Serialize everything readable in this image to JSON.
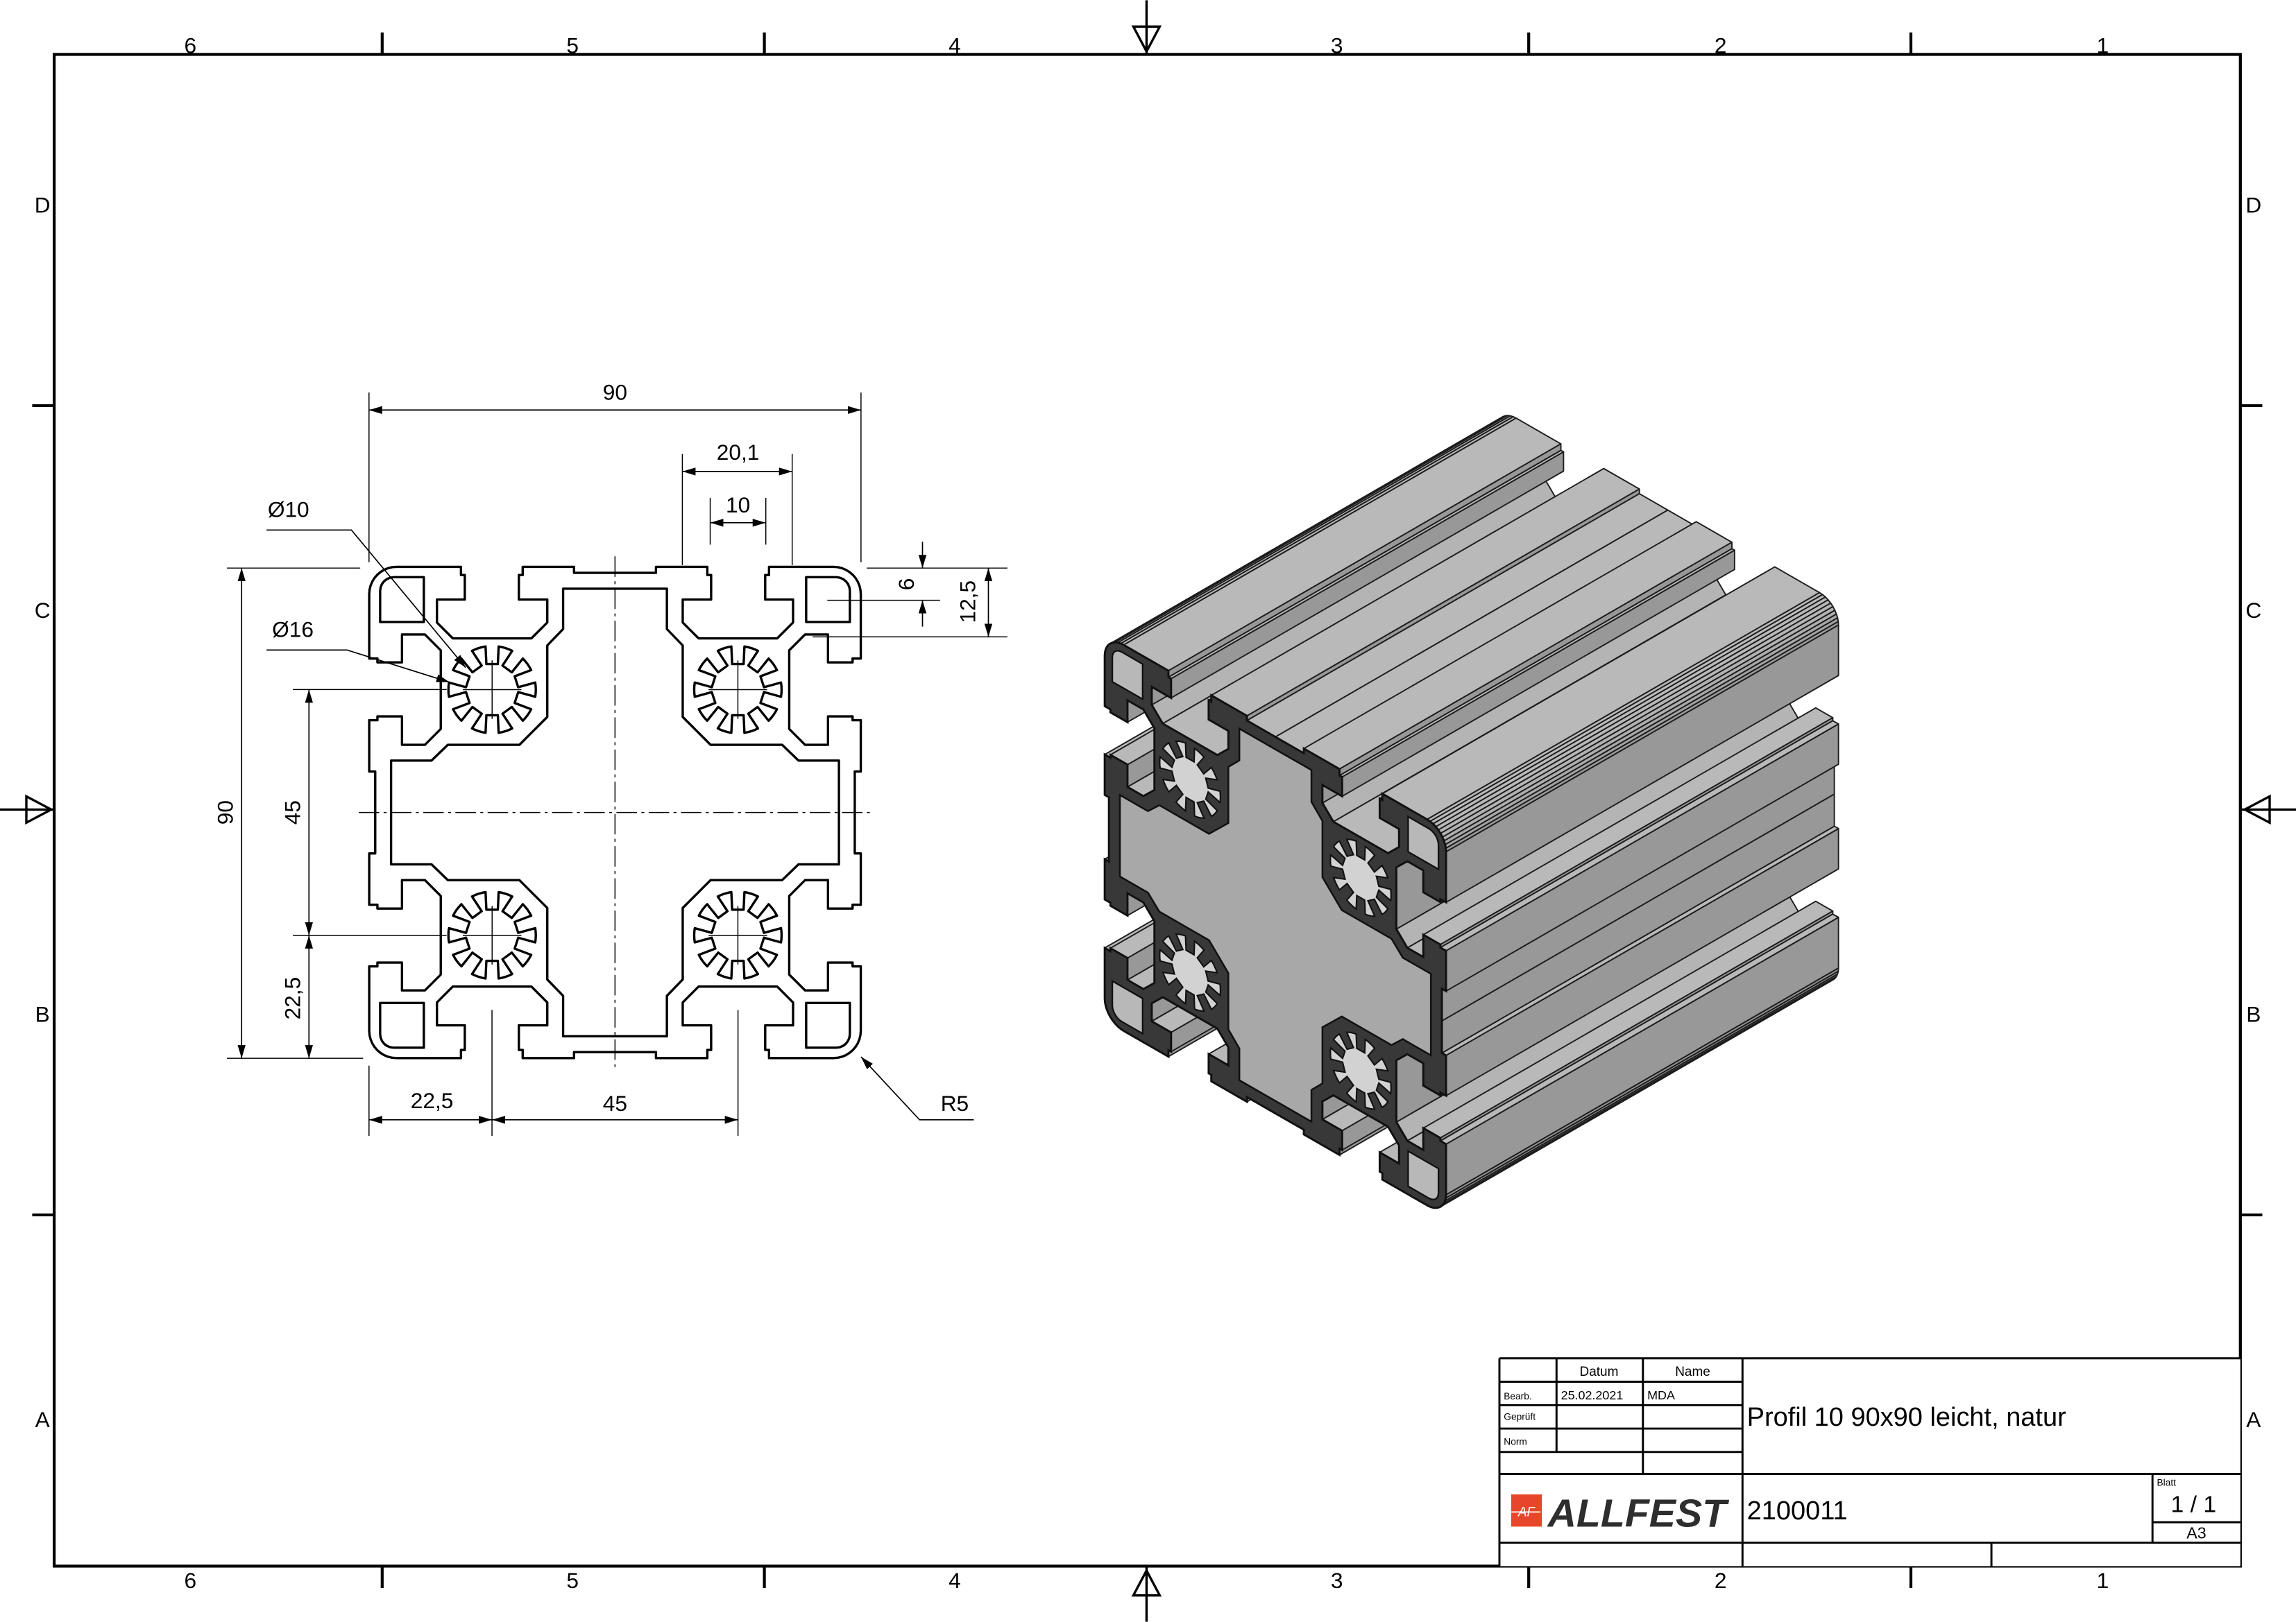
{
  "sheet": {
    "zone_columns": [
      "6",
      "5",
      "4",
      "3",
      "2",
      "1"
    ],
    "zone_rows": [
      "D",
      "C",
      "B",
      "A"
    ]
  },
  "dimensions": {
    "width_total": "90",
    "slot_undercut": "20,1",
    "slot_opening": "10",
    "slot_depth": "6",
    "slot_offset": "12,5",
    "height_total": "90",
    "core_pitch_v": "45",
    "core_offset_v": "22,5",
    "core_offset_h": "22,5",
    "core_pitch_h": "45",
    "corner_radius": "R5",
    "bore_inner": "Ø10",
    "bore_outer": "Ø16"
  },
  "title_block": {
    "col_date": "Datum",
    "col_name": "Name",
    "row_drawn": "Bearb.",
    "row_checked": "Geprüft",
    "row_norm": "Norm",
    "drawn_date": "25.02.2021",
    "drawn_name": "MDA",
    "title": "Profil 10 90x90 leicht, natur",
    "drawing_number": "2100011",
    "sheet_label": "Blatt",
    "sheet_value": "1 / 1",
    "format": "A3",
    "logo_mark": "AF",
    "logo_text": "ALLFEST"
  },
  "colors": {
    "logo_red": "#e8462a",
    "logo_text": "#2e2e2e",
    "front_face": "#383838",
    "cavity": "#a8a8a8"
  }
}
